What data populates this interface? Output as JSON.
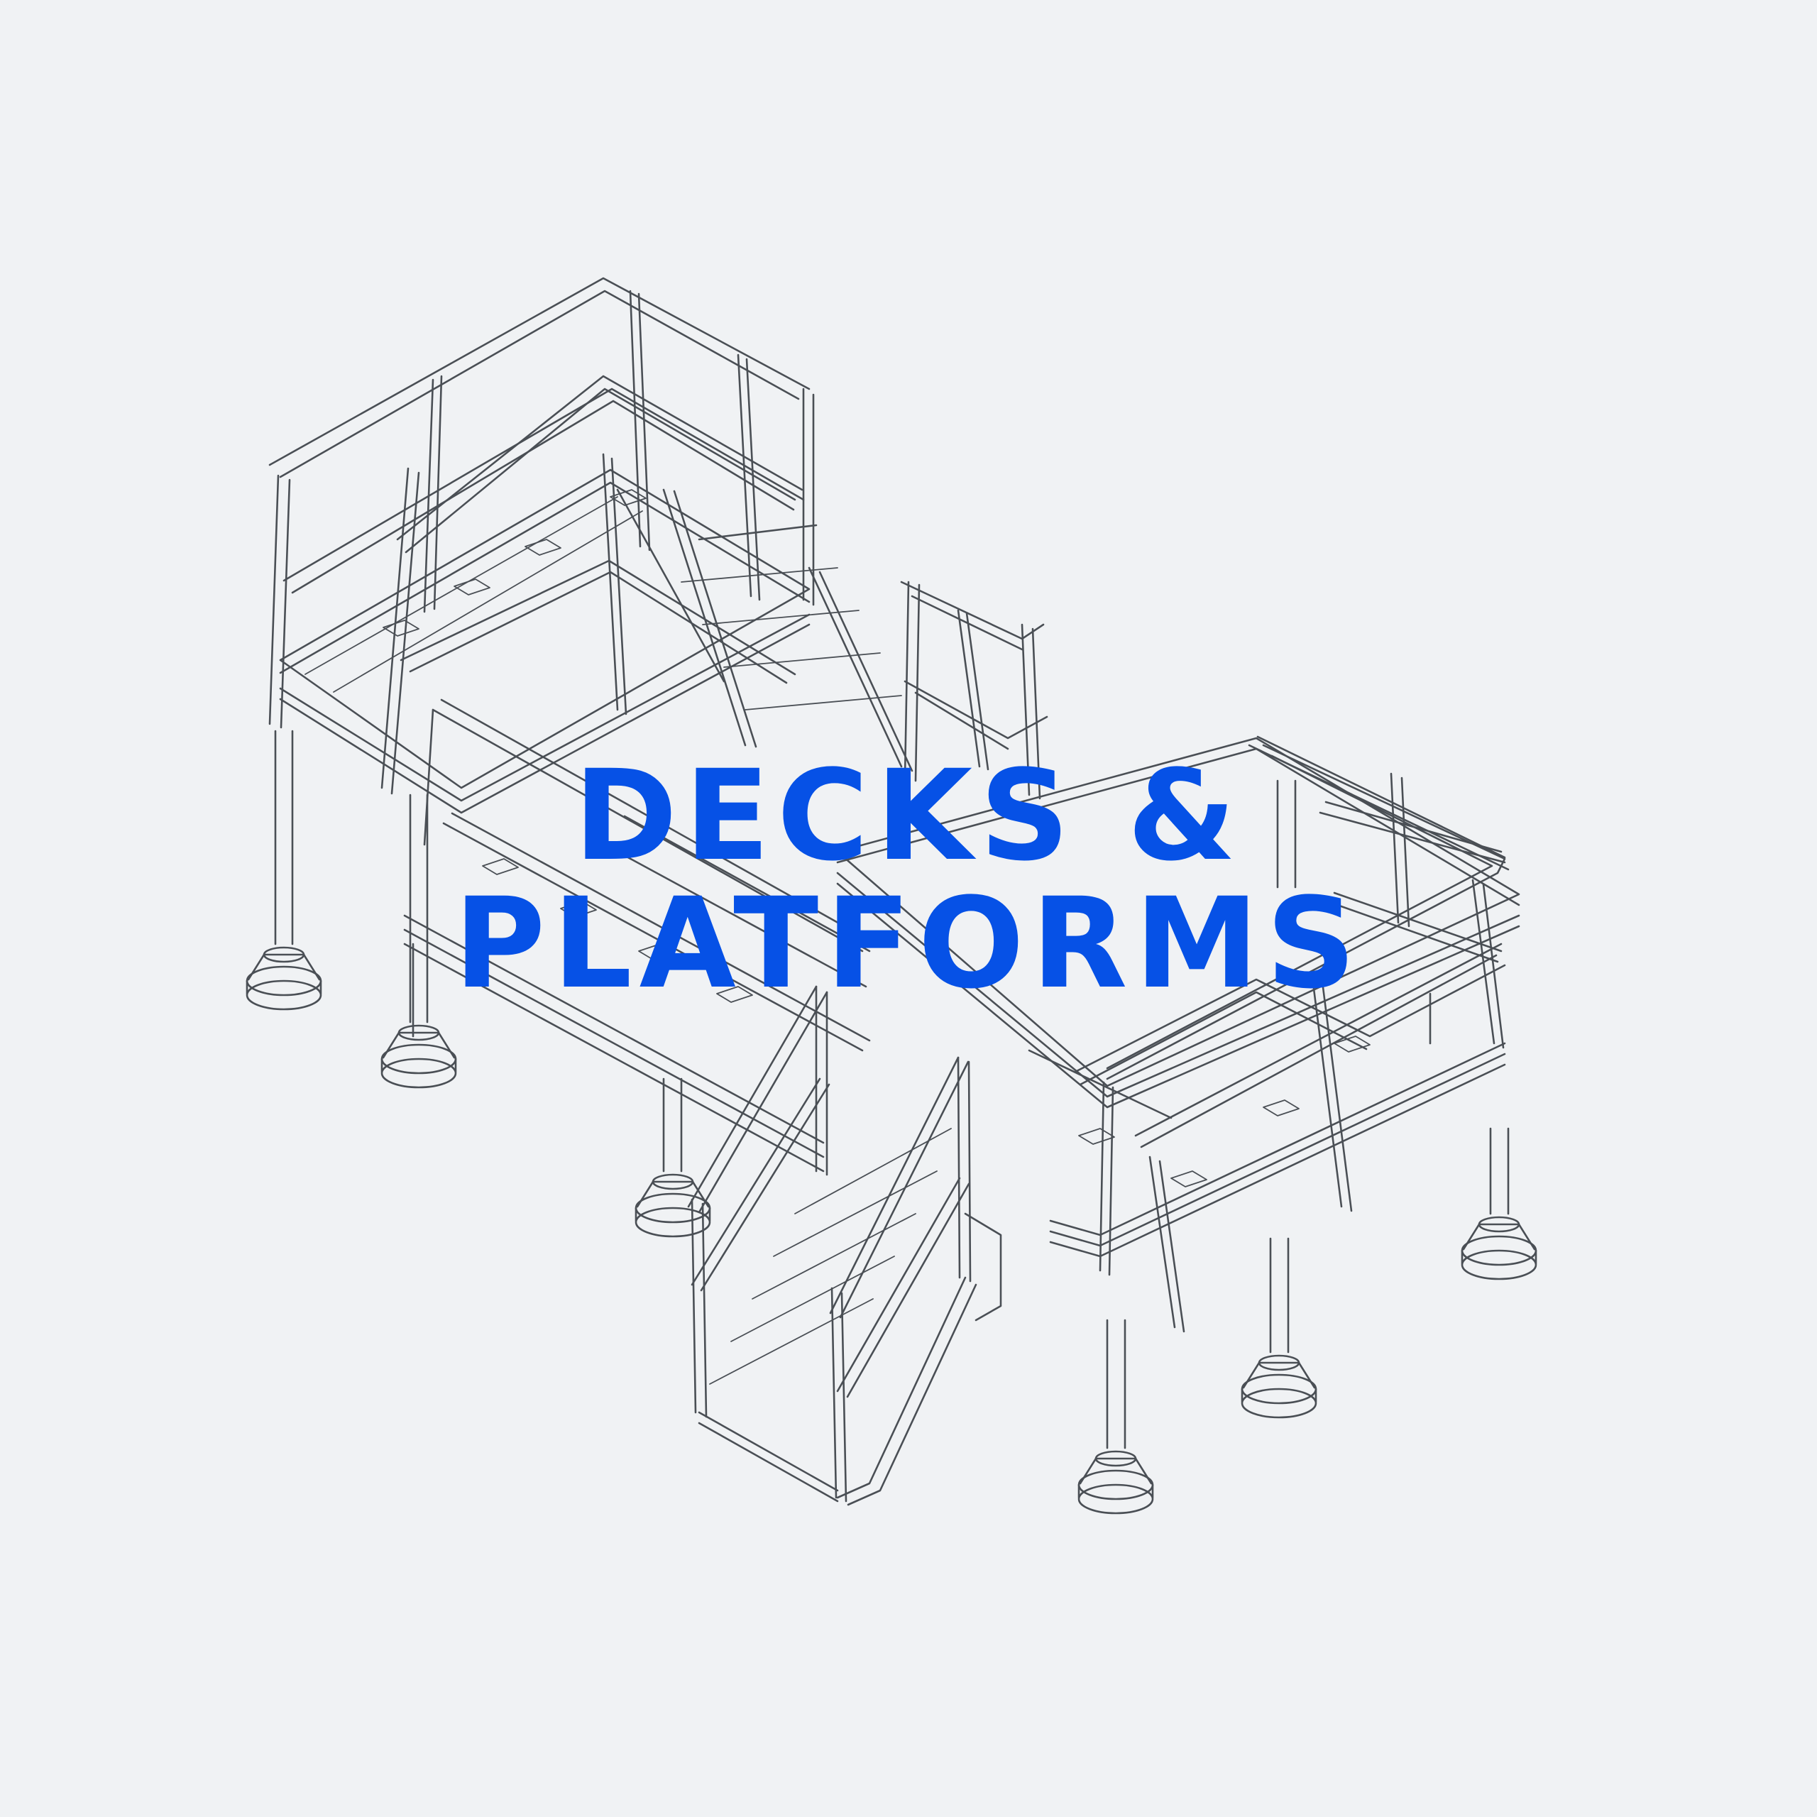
{
  "title": {
    "line1": "DECKS &",
    "line2": "PLATFORMS",
    "color": "#0651e6"
  },
  "background_color": "#f0f2f4",
  "line_color": "#4a4f55",
  "illustration": {
    "style": "isometric line drawing",
    "subject": "modular decks and platforms with stairs, guardrails and adjustable legs"
  }
}
